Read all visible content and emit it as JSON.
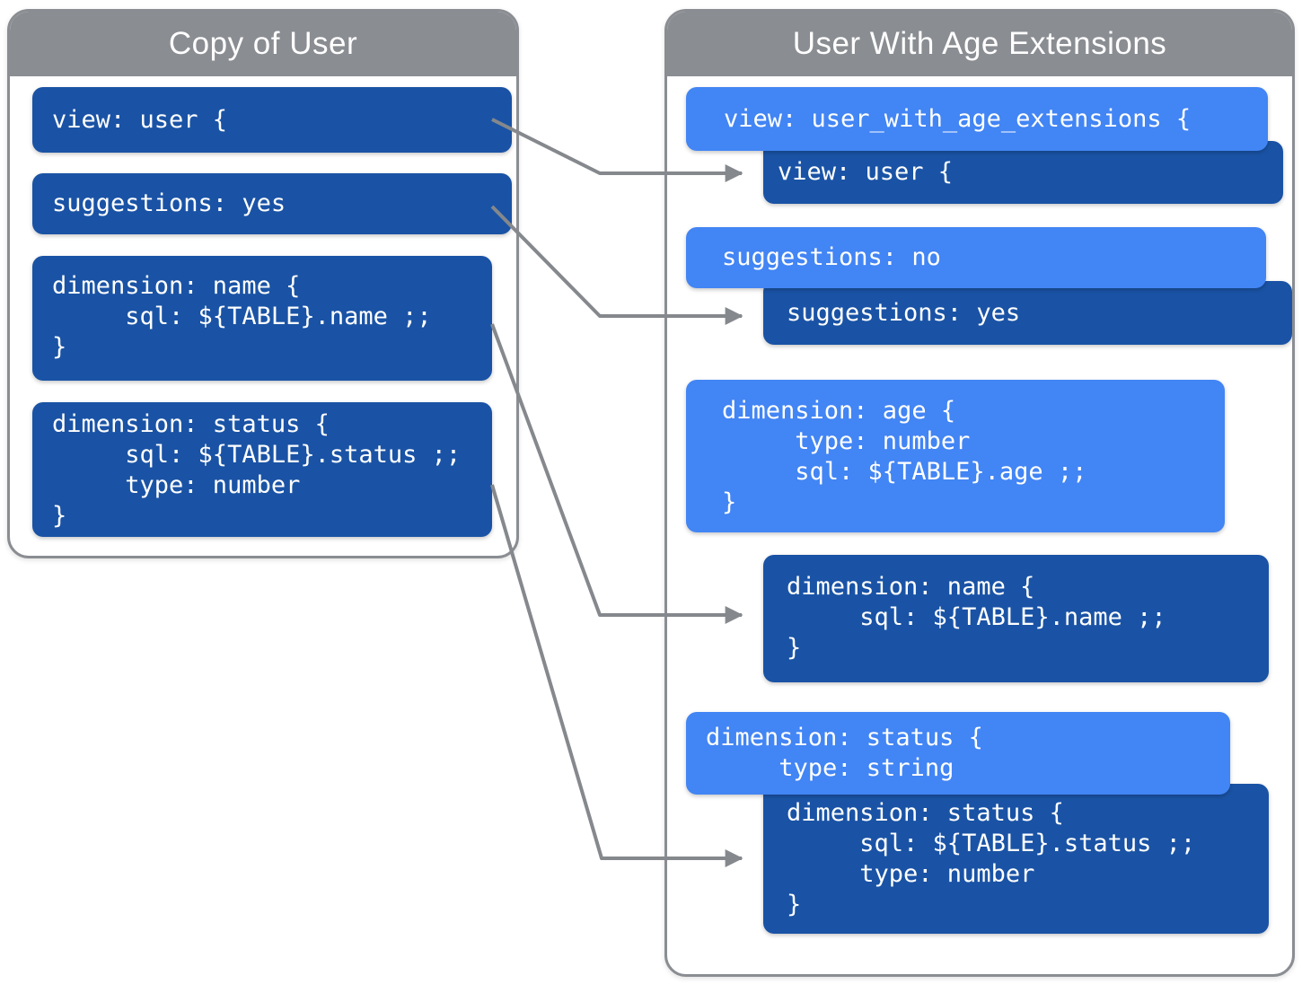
{
  "diagram": {
    "left_panel": {
      "title": "Copy of User",
      "blocks": {
        "view": {
          "lines": [
            "view: user {"
          ]
        },
        "suggestions": {
          "lines": [
            "suggestions: yes"
          ]
        },
        "dimension_name": {
          "lines": [
            "dimension: name {",
            "     sql: ${TABLE}.name ;;",
            "}"
          ]
        },
        "dimension_status": {
          "lines": [
            "dimension: status {",
            "     sql: ${TABLE}.status ;;",
            "     type: number",
            "}"
          ]
        }
      }
    },
    "right_panel": {
      "title": "User With Age Extensions",
      "blocks": {
        "refined_view": {
          "style": "light",
          "lines": [
            "view: user_with_age_extensions {"
          ]
        },
        "original_view": {
          "style": "dark",
          "lines": [
            "view: user {"
          ]
        },
        "refined_suggestions": {
          "style": "light",
          "lines": [
            "suggestions: no"
          ]
        },
        "original_suggestions": {
          "style": "dark",
          "lines": [
            "suggestions: yes"
          ]
        },
        "new_dimension_age": {
          "style": "light",
          "lines": [
            "dimension: age {",
            "     type: number",
            "     sql: ${TABLE}.age ;;",
            "}"
          ]
        },
        "original_dimension_name": {
          "style": "dark",
          "lines": [
            "dimension: name {",
            "     sql: ${TABLE}.name ;;",
            "}"
          ]
        },
        "refined_dimension_status": {
          "style": "light",
          "lines": [
            "dimension: status {",
            "     type: string"
          ]
        },
        "original_dimension_status": {
          "style": "dark",
          "lines": [
            "dimension: status {",
            "     sql: ${TABLE}.status ;;",
            "     type: number",
            "}"
          ]
        }
      }
    },
    "colors": {
      "panel_border": "#8A8D92",
      "header_bg": "#8A8D92",
      "header_text": "#FFFFFF",
      "dark_block": "#1A53A5",
      "light_block": "#4285F4",
      "arrow": "#85888C",
      "code_text": "#FFFFFF"
    }
  }
}
